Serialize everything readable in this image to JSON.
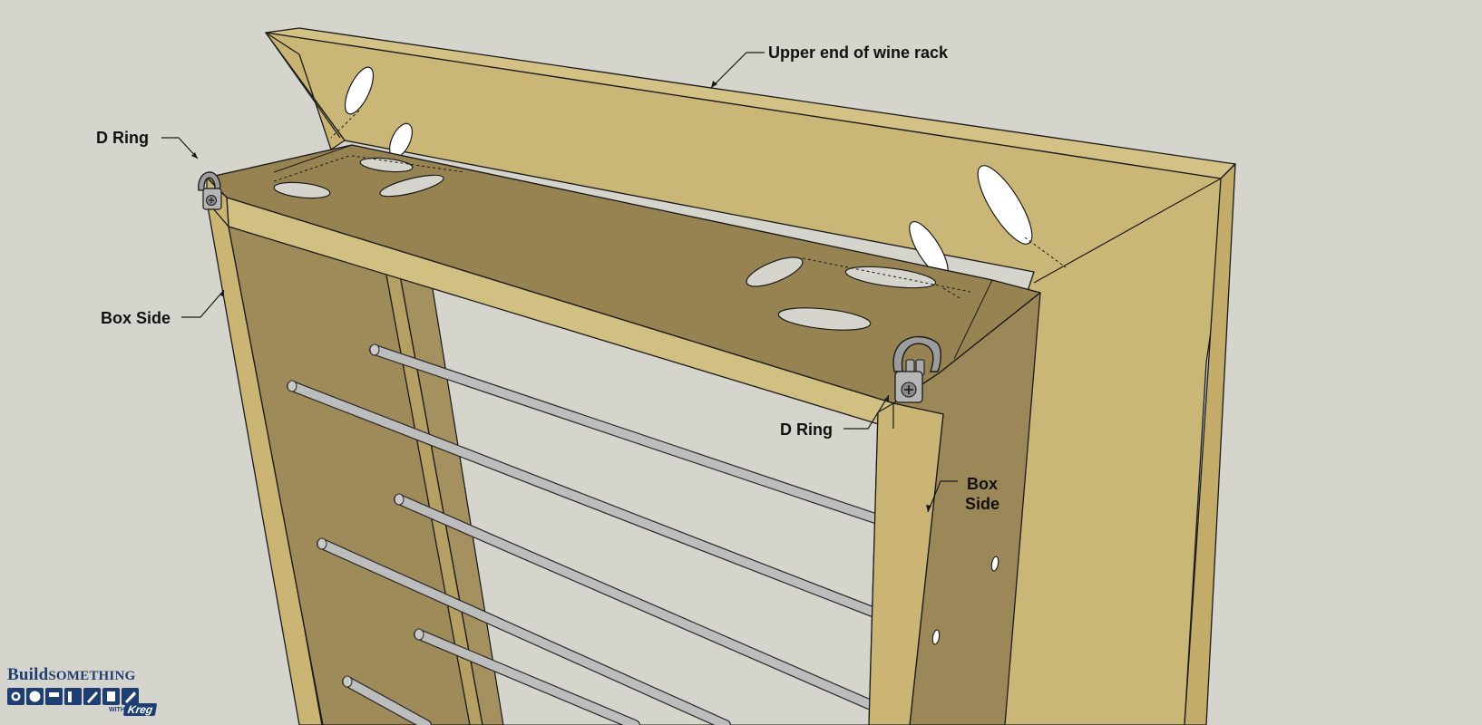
{
  "labels": {
    "upper_end": "Upper end of wine rack",
    "d_ring_left": "D Ring",
    "d_ring_right": "D Ring",
    "box_side_left": "Box Side",
    "box_side_right_line1": "Box",
    "box_side_right_line2": "Side"
  },
  "logo": {
    "brand_build": "Build",
    "brand_something": "SOMETHING",
    "with": "WITH",
    "kreg": "Kreg"
  },
  "colors": {
    "background": "#d6d5cd",
    "wood_light": "#cdb87a",
    "wood_face": "#c6ae6d",
    "wood_dark": "#9c8758",
    "dowel": "#b8b8b8",
    "ink": "#1a1a1a",
    "brand_blue": "#1f3e73"
  }
}
